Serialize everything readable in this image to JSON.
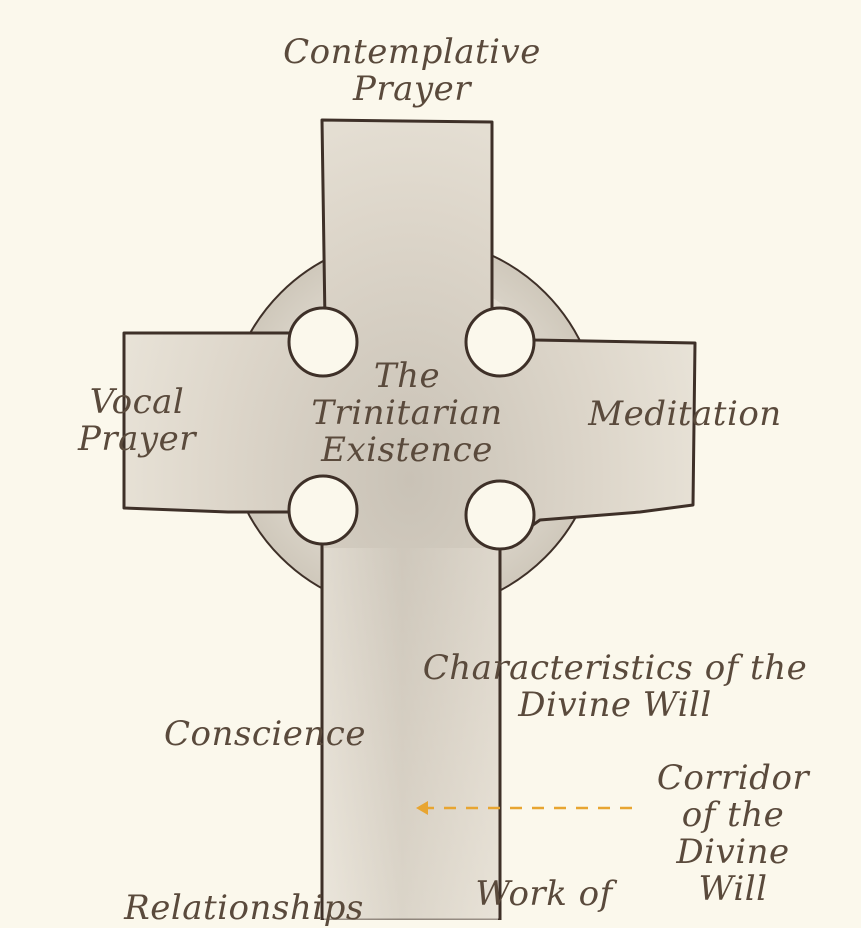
{
  "diagram": {
    "top": {
      "line1": "Contemplative",
      "line2": "Prayer"
    },
    "center": {
      "line1": "The",
      "line2": "Trinitarian",
      "line3": "Existence"
    },
    "left": {
      "line1": "Vocal",
      "line2": "Prayer"
    },
    "right": "Meditation",
    "characteristics": {
      "line1": "Characteristics of the",
      "line2": "Divine Will"
    },
    "conscience": "Conscience",
    "corridor": {
      "line1": "Corridor",
      "line2": "of the",
      "line3": "Divine",
      "line4": "Will"
    },
    "relationships": "Relationships",
    "work": {
      "line1": "Work of"
    }
  },
  "colors": {
    "background": "#fbf8ec",
    "ink": "#3e3028",
    "stone": "#d8d0c3",
    "arrow": "#e8a531"
  }
}
